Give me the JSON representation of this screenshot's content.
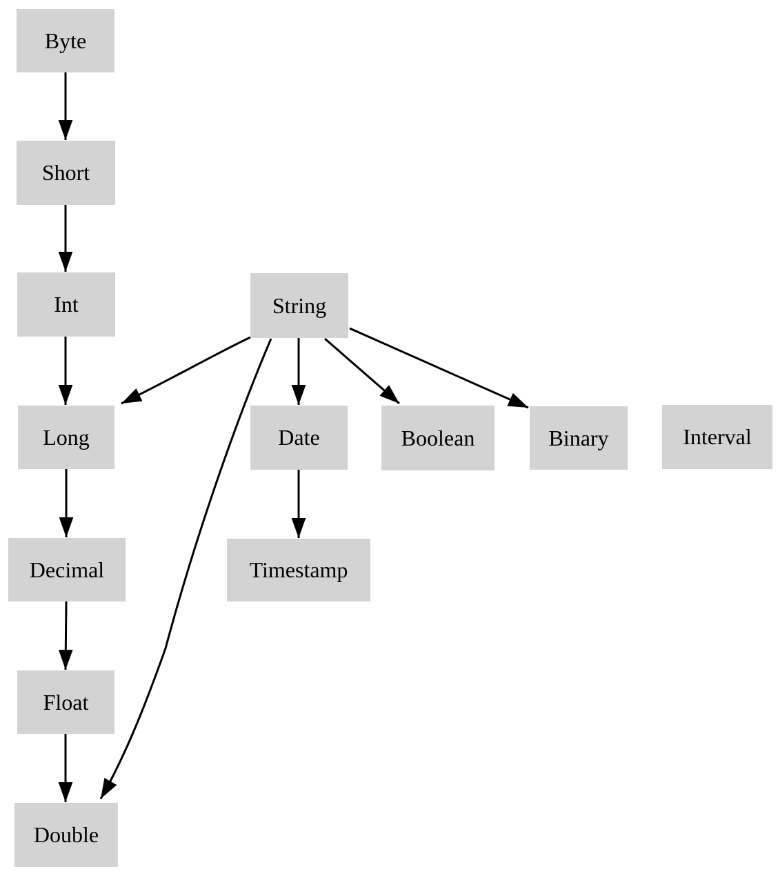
{
  "diagram": {
    "type": "directed-graph",
    "colors": {
      "node_fill": "#d3d3d3",
      "edge": "#000000",
      "text": "#000000",
      "background": "#ffffff"
    },
    "nodes": {
      "byte": {
        "label": "Byte"
      },
      "short": {
        "label": "Short"
      },
      "int": {
        "label": "Int"
      },
      "string": {
        "label": "String"
      },
      "long": {
        "label": "Long"
      },
      "date": {
        "label": "Date"
      },
      "boolean": {
        "label": "Boolean"
      },
      "binary": {
        "label": "Binary"
      },
      "interval": {
        "label": "Interval"
      },
      "decimal": {
        "label": "Decimal"
      },
      "timestamp": {
        "label": "Timestamp"
      },
      "float": {
        "label": "Float"
      },
      "double": {
        "label": "Double"
      }
    },
    "edges": [
      {
        "from": "Byte",
        "to": "Short"
      },
      {
        "from": "Short",
        "to": "Int"
      },
      {
        "from": "Int",
        "to": "Long"
      },
      {
        "from": "String",
        "to": "Long"
      },
      {
        "from": "String",
        "to": "Date"
      },
      {
        "from": "String",
        "to": "Boolean"
      },
      {
        "from": "String",
        "to": "Binary"
      },
      {
        "from": "String",
        "to": "Double"
      },
      {
        "from": "Long",
        "to": "Decimal"
      },
      {
        "from": "Date",
        "to": "Timestamp"
      },
      {
        "from": "Decimal",
        "to": "Float"
      },
      {
        "from": "Float",
        "to": "Double"
      }
    ]
  }
}
